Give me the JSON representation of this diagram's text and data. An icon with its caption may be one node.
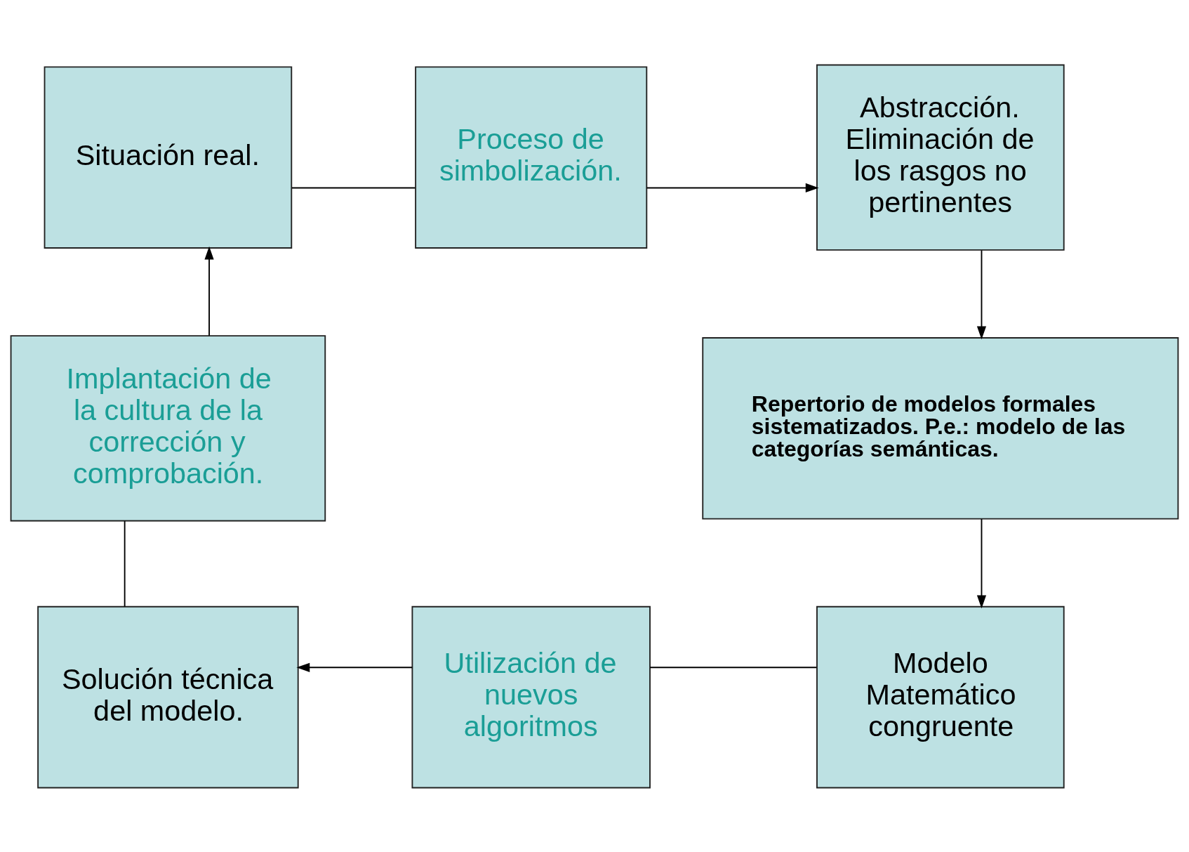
{
  "diagram": {
    "nodes": [
      {
        "text": [
          "Situación real."
        ]
      },
      {
        "text": [
          "Proceso de simbolización."
        ]
      },
      {
        "text": [
          "Abstracción. Eliminación de los rasgos no pertinentes"
        ]
      },
      {
        "text": [
          "Repertorio de modelos formales sistematizados. P.e.: modelo de las categorías semánticas."
        ]
      },
      {
        "text": [
          "Modelo Matemático congruente"
        ]
      },
      {
        "text": [
          "Utilización de nuevos algoritmos"
        ]
      },
      {
        "text": [
          "Solución técnica del modelo."
        ]
      },
      {
        "text": [
          "Implantación de la cultura de la corrección y comprobación."
        ]
      }
    ],
    "edges": [
      {
        "from": 0,
        "to": 1,
        "arrow": "none"
      },
      {
        "from": 1,
        "to": 2,
        "arrow": "to"
      },
      {
        "from": 2,
        "to": 3,
        "arrow": "to"
      },
      {
        "from": 3,
        "to": 4,
        "arrow": "to"
      },
      {
        "from": 4,
        "to": 5,
        "arrow": "none"
      },
      {
        "from": 5,
        "to": 6,
        "arrow": "to"
      },
      {
        "from": 6,
        "to": 7,
        "arrow": "none"
      },
      {
        "from": 7,
        "to": 0,
        "arrow": "to"
      }
    ]
  }
}
